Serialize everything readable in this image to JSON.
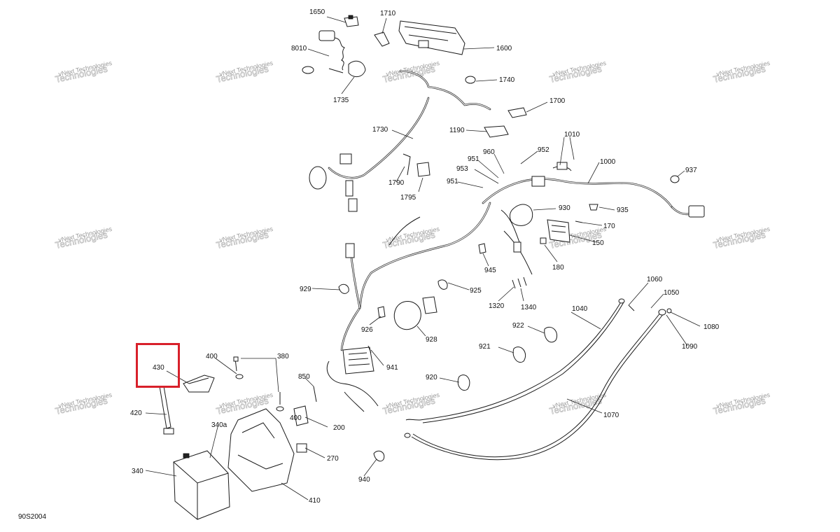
{
  "diagram": {
    "drawing_code": "90S2004",
    "highlight_color": "#d8202a",
    "highlighted_part": "430",
    "callouts": [
      "1650",
      "1710",
      "8010",
      "1600",
      "1735",
      "1740",
      "1700",
      "1730",
      "1190",
      "1010",
      "952",
      "960",
      "1000",
      "951",
      "953",
      "937",
      "1790",
      "951",
      "1795",
      "935",
      "930",
      "170",
      "150",
      "180",
      "945",
      "929",
      "925",
      "1320",
      "1340",
      "1060",
      "1050",
      "1040",
      "926",
      "928",
      "922",
      "1080",
      "1090",
      "400",
      "380",
      "430",
      "941",
      "921",
      "850",
      "400",
      "920",
      "200",
      "420",
      "340a",
      "270",
      "1070",
      "340",
      "940",
      "410"
    ],
    "watermark": [
      "vNext Technologies",
      "vNext",
      "Technologies"
    ]
  }
}
